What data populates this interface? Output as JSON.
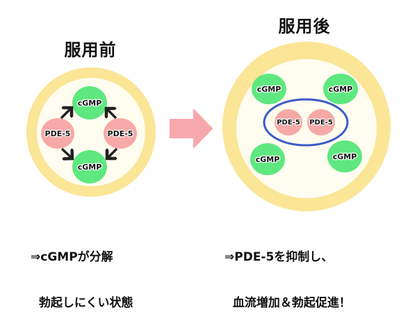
{
  "colors": {
    "cell_ring": "#fbe596",
    "cell_inside": "#fffcf0",
    "cgmp": "#5ee87f",
    "pde5": "#f6a9a7",
    "inhibition_ring": "#3a5bc8",
    "transition_arrow": "#f7a8ad",
    "reaction_arrow": "#222222"
  },
  "before": {
    "title": "服用前",
    "nodes": {
      "cgmp_top": "cGMP",
      "cgmp_bottom": "cGMP",
      "pde_left": "PDE-5",
      "pde_right": "PDE-5"
    },
    "caption_line1": "⇒cGMPが分解",
    "caption_line2": "  勃起しにくい状態"
  },
  "after": {
    "title": "服用後",
    "nodes": {
      "cgmp_top_left": "cGMP",
      "cgmp_top_right": "cGMP",
      "cgmp_bottom_left": "cGMP",
      "cgmp_bottom_right": "cGMP",
      "pde_left": "PDE-5",
      "pde_right": "PDE-5"
    },
    "caption_line1": "⇒PDE-5を抑制し、",
    "caption_line2": "  血流増加＆勃起促進！"
  }
}
